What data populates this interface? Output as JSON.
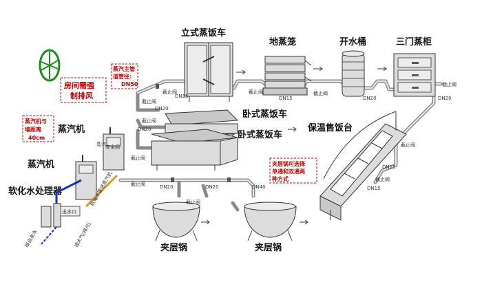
{
  "labels": {
    "vertical_steamer_cart": "立式蒸饭车",
    "floor_steamer": "地蒸笼",
    "water_boiler": "开水桶",
    "three_door_cabinet": "三门蒸柜",
    "horizontal_cart_1": "卧式蒸饭车",
    "horizontal_cart_2": "卧式蒸饭车",
    "warming_counter": "保温售饭台",
    "steam_machine_1": "蒸汽机",
    "steam_machine_2": "蒸汽机",
    "water_softener": "软化水处理器",
    "jacketed_kettle_1": "夹层锅",
    "jacketed_kettle_2": "夹层锅"
  },
  "notes": {
    "exhaust_line1": "房间需强",
    "exhaust_line2": "制排风",
    "steam_main_line1": "蒸汽主管",
    "steam_main_line2": "道管径:",
    "steam_main_line3": "DN50",
    "distance_line1": "蒸汽机与",
    "distance_line2": "墙距离",
    "distance_line3": "40cm",
    "kettle_line1": "夹层锅可选择",
    "kettle_line2": "单通和双通两",
    "kettle_line3": "种方式"
  },
  "pipe_labels": {
    "dn15_a": "DN15",
    "dn20_a": "DN20",
    "dn20_b": "DN20",
    "dn15_b": "DN15",
    "dn20_c": "DN20",
    "dn20_d": "DN20",
    "dn20_e": "DN20",
    "dn20_f": "DN20",
    "dn40": "DN40",
    "dn15_c": "DN15",
    "dn15_d": "DN15"
  },
  "valve_labels": {
    "v1": "截止阀",
    "v2": "截止阀",
    "v3": "截止阀",
    "v4": "截止阀",
    "v5": "截止阀",
    "v6": "截止阀",
    "v7": "截止阀",
    "v8": "截止阀",
    "v9": "截止阀",
    "v10": "截止阀",
    "v11": "截止阀"
  },
  "misc_labels": {
    "safety_valve": "安全阀",
    "steam_gauge": "蒸汽",
    "water_out": "出水口",
    "softened_water_pipe": "软化水管进蒸汽机",
    "tap_water_in": "接自来水",
    "drain": "接大气(排污)"
  },
  "colors": {
    "red_note": "#c00000",
    "pipe": "#8a8a8a",
    "fan": "#1e8a1e",
    "water_pipe_blue": "#1a2fb8",
    "water_pipe_orange": "#d89a2a"
  },
  "icons": {
    "fan": "exhaust-fan-icon"
  }
}
